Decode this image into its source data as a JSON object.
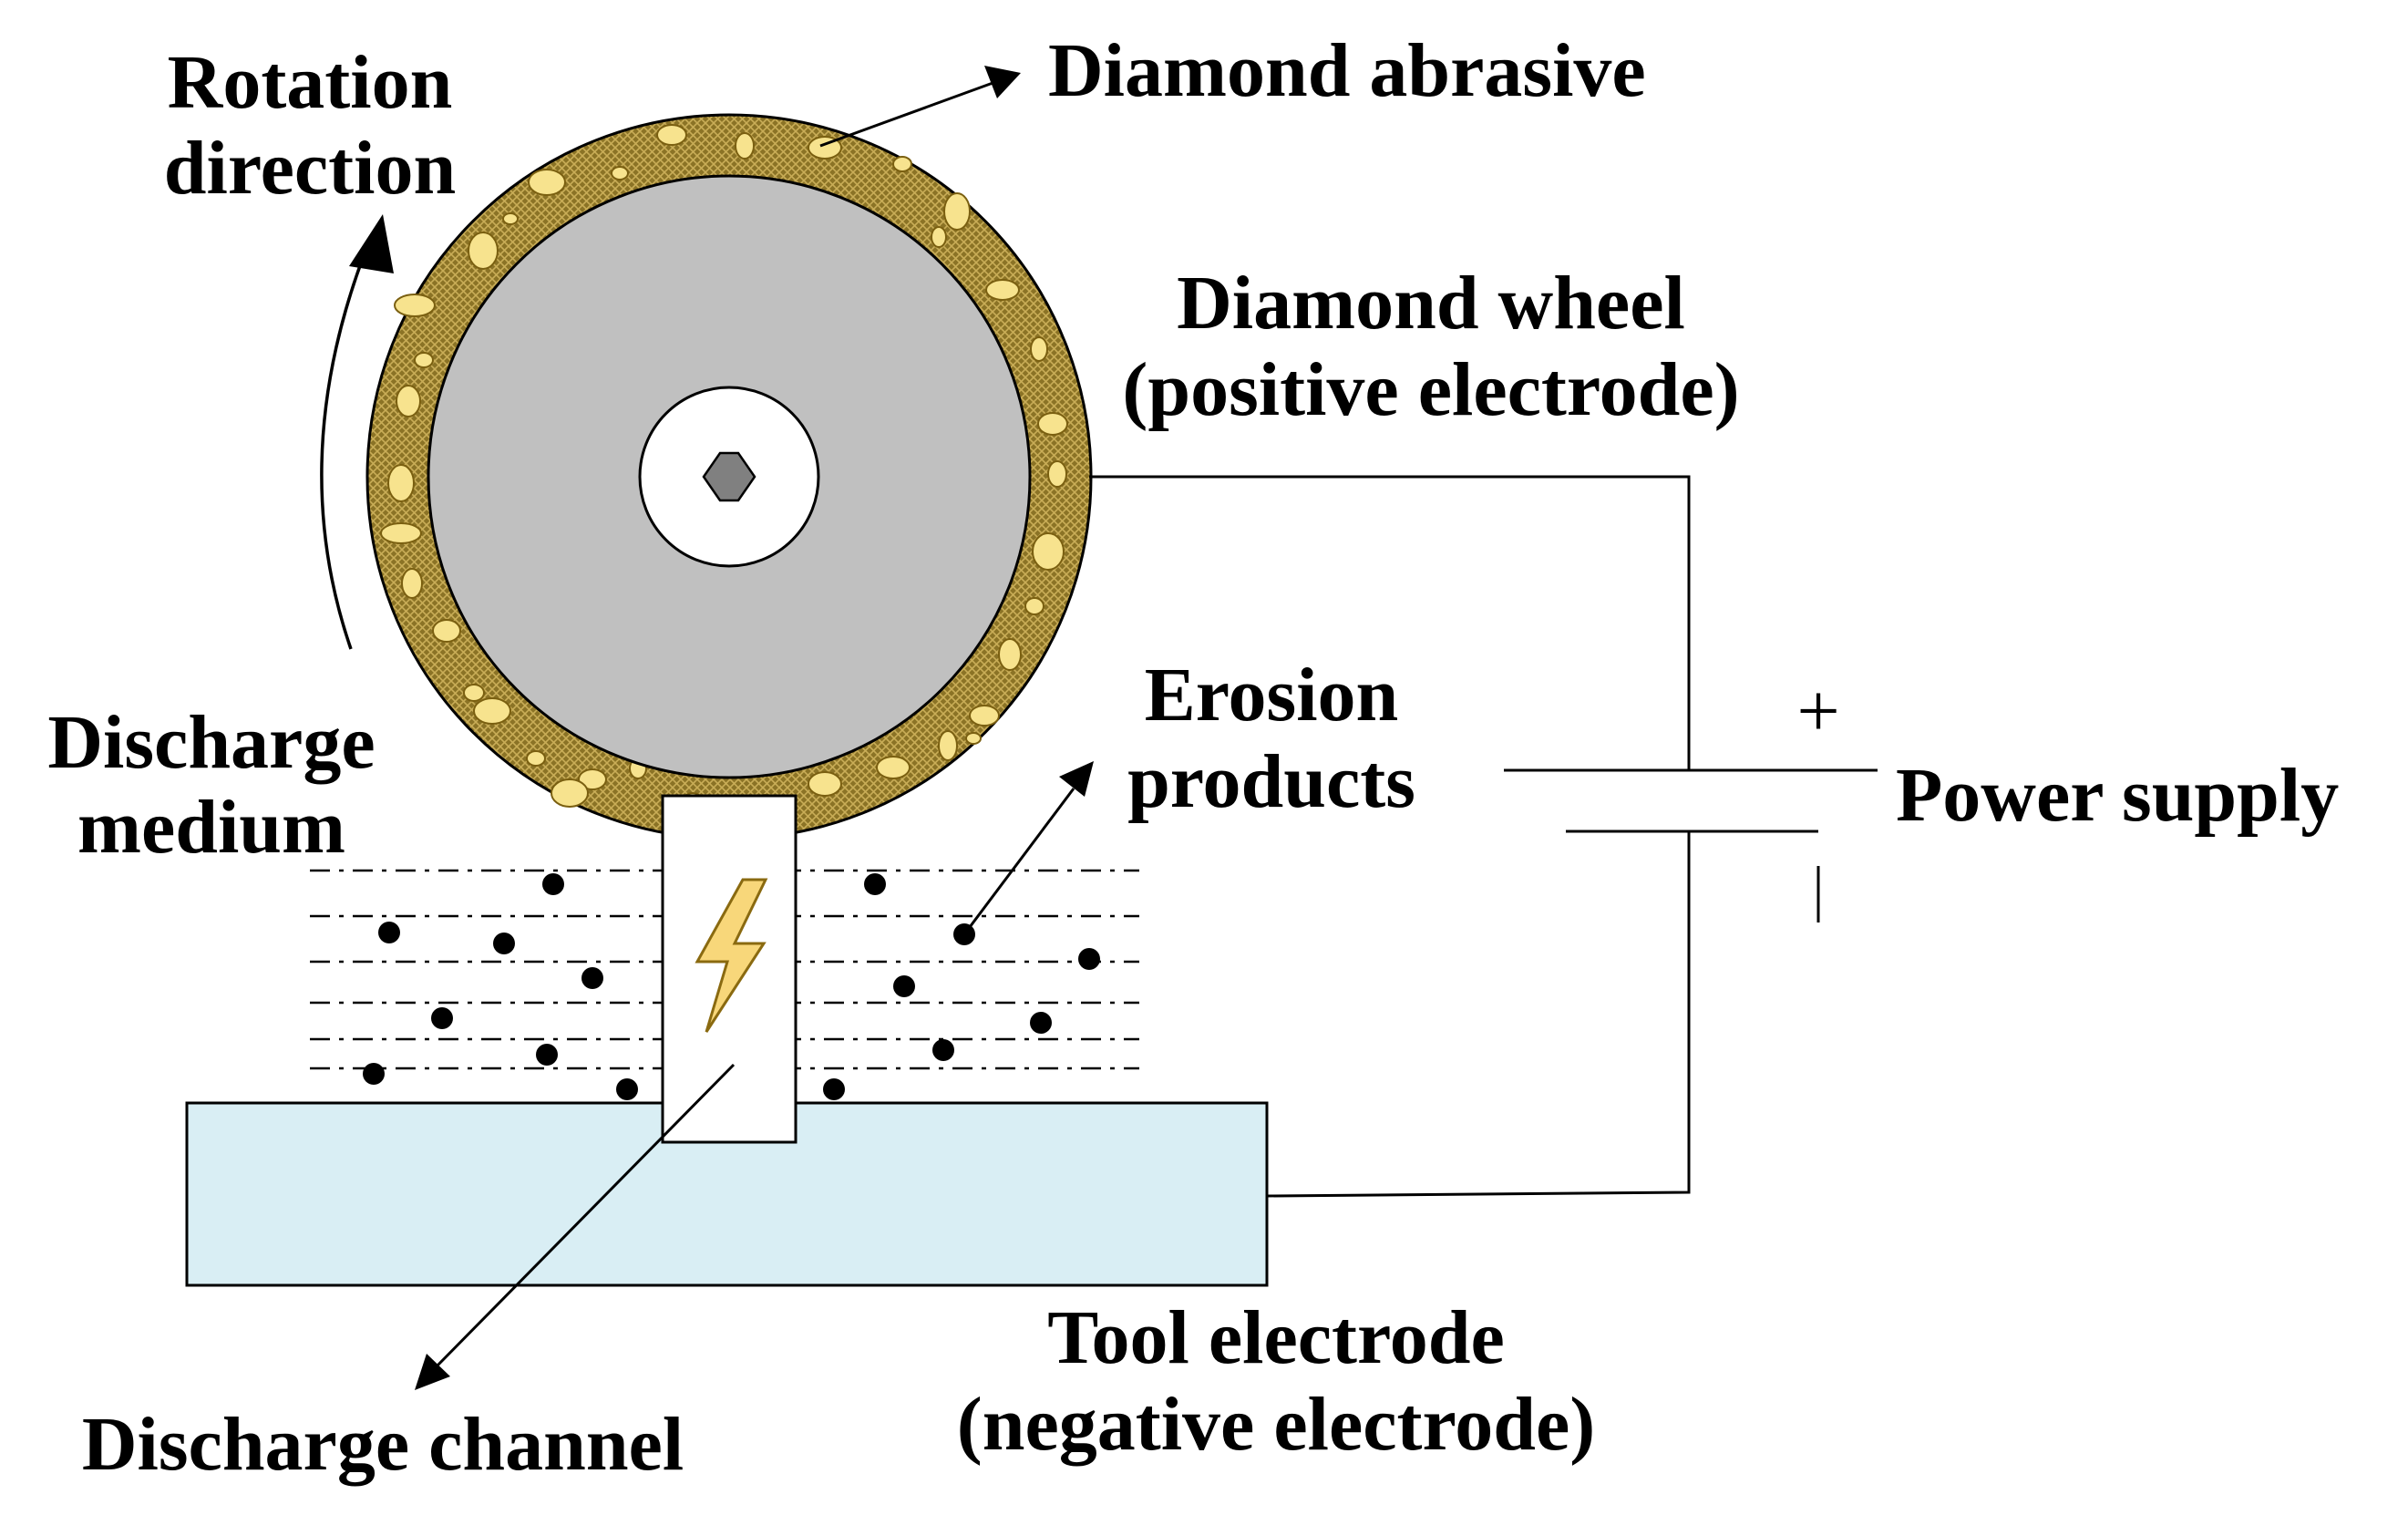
{
  "labels": {
    "rotation_line1": "Rotation",
    "rotation_line2": "direction",
    "diamond_abrasive": "Diamond abrasive",
    "diamond_wheel_line1": "Diamond wheel",
    "diamond_wheel_line2": "(positive electrode)",
    "discharge_medium_line1": "Discharge",
    "discharge_medium_line2": "medium",
    "erosion_line1": "Erosion",
    "erosion_line2": "products",
    "power_supply": "Power supply",
    "plus_sign": "+",
    "tool_electrode_line1": "Tool electrode",
    "tool_electrode_line2": "(negative electrode)",
    "discharge_channel": "Discharge channel"
  },
  "colors": {
    "wheel_grey": "#c0c0c0",
    "abrasive_ring": "#8b7326",
    "abrasive_grain": "#f7e38e",
    "electrode_blue": "#d9eef4",
    "spark": "#f8d77a",
    "hub_hex": "#808080"
  }
}
